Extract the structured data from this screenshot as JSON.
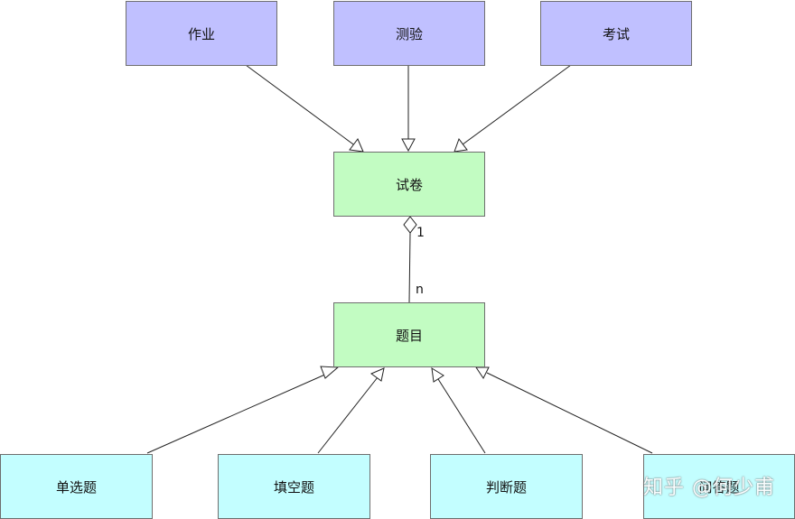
{
  "nodes": {
    "homework": "作业",
    "quiz": "测验",
    "exam": "考试",
    "paper": "试卷",
    "question": "题目",
    "single_choice": "单选题",
    "fill_blank": "填空题",
    "true_false": "判断题",
    "qa": "问答题"
  },
  "multiplicity": {
    "paper_end": "1",
    "question_end": "n"
  },
  "watermark": "知乎 @何少甫",
  "colors": {
    "purple": "#c0c0ff",
    "green": "#c2fcc2",
    "cyan": "#c3feff",
    "stroke": "#222222"
  }
}
